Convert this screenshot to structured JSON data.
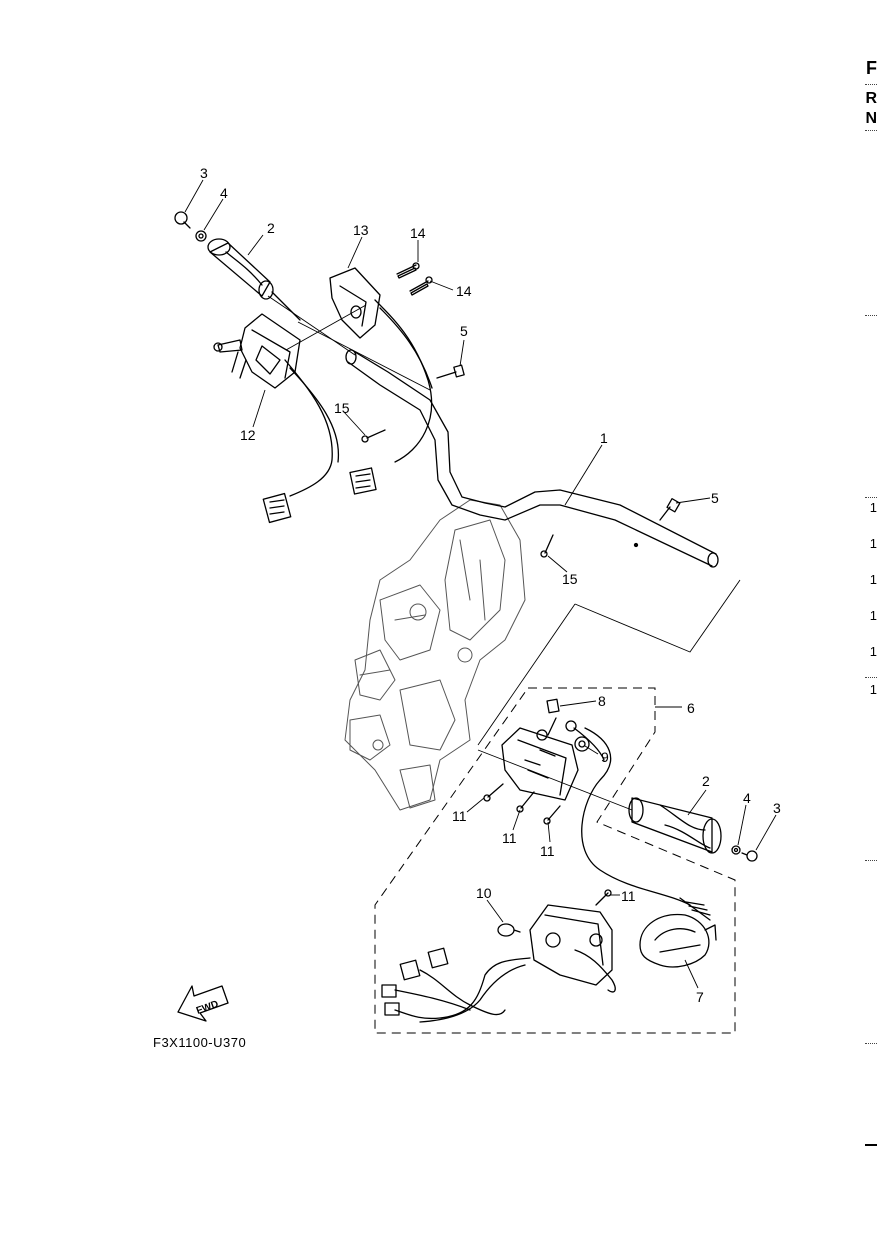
{
  "drawing_code": "F3X1100-U370",
  "fwd_label": "FWD",
  "edge_text": [
    "F",
    "R",
    "N"
  ],
  "edge_ticks": [
    "1",
    "1",
    "1",
    "1",
    "1",
    "1"
  ],
  "callouts": [
    {
      "id": "c1",
      "label": "1"
    },
    {
      "id": "c2a",
      "label": "2"
    },
    {
      "id": "c2b",
      "label": "2"
    },
    {
      "id": "c3a",
      "label": "3"
    },
    {
      "id": "c3b",
      "label": "3"
    },
    {
      "id": "c4a",
      "label": "4"
    },
    {
      "id": "c4b",
      "label": "4"
    },
    {
      "id": "c5a",
      "label": "5"
    },
    {
      "id": "c5b",
      "label": "5"
    },
    {
      "id": "c6",
      "label": "6"
    },
    {
      "id": "c7",
      "label": "7"
    },
    {
      "id": "c8",
      "label": "8"
    },
    {
      "id": "c9",
      "label": "9"
    },
    {
      "id": "c10",
      "label": "10"
    },
    {
      "id": "c11a",
      "label": "11"
    },
    {
      "id": "c11b",
      "label": "11"
    },
    {
      "id": "c11c",
      "label": "11"
    },
    {
      "id": "c11d",
      "label": "11"
    },
    {
      "id": "c12",
      "label": "12"
    },
    {
      "id": "c13",
      "label": "13"
    },
    {
      "id": "c14a",
      "label": "14"
    },
    {
      "id": "c14b",
      "label": "14"
    },
    {
      "id": "c15a",
      "label": "15"
    },
    {
      "id": "c15b",
      "label": "15"
    }
  ]
}
